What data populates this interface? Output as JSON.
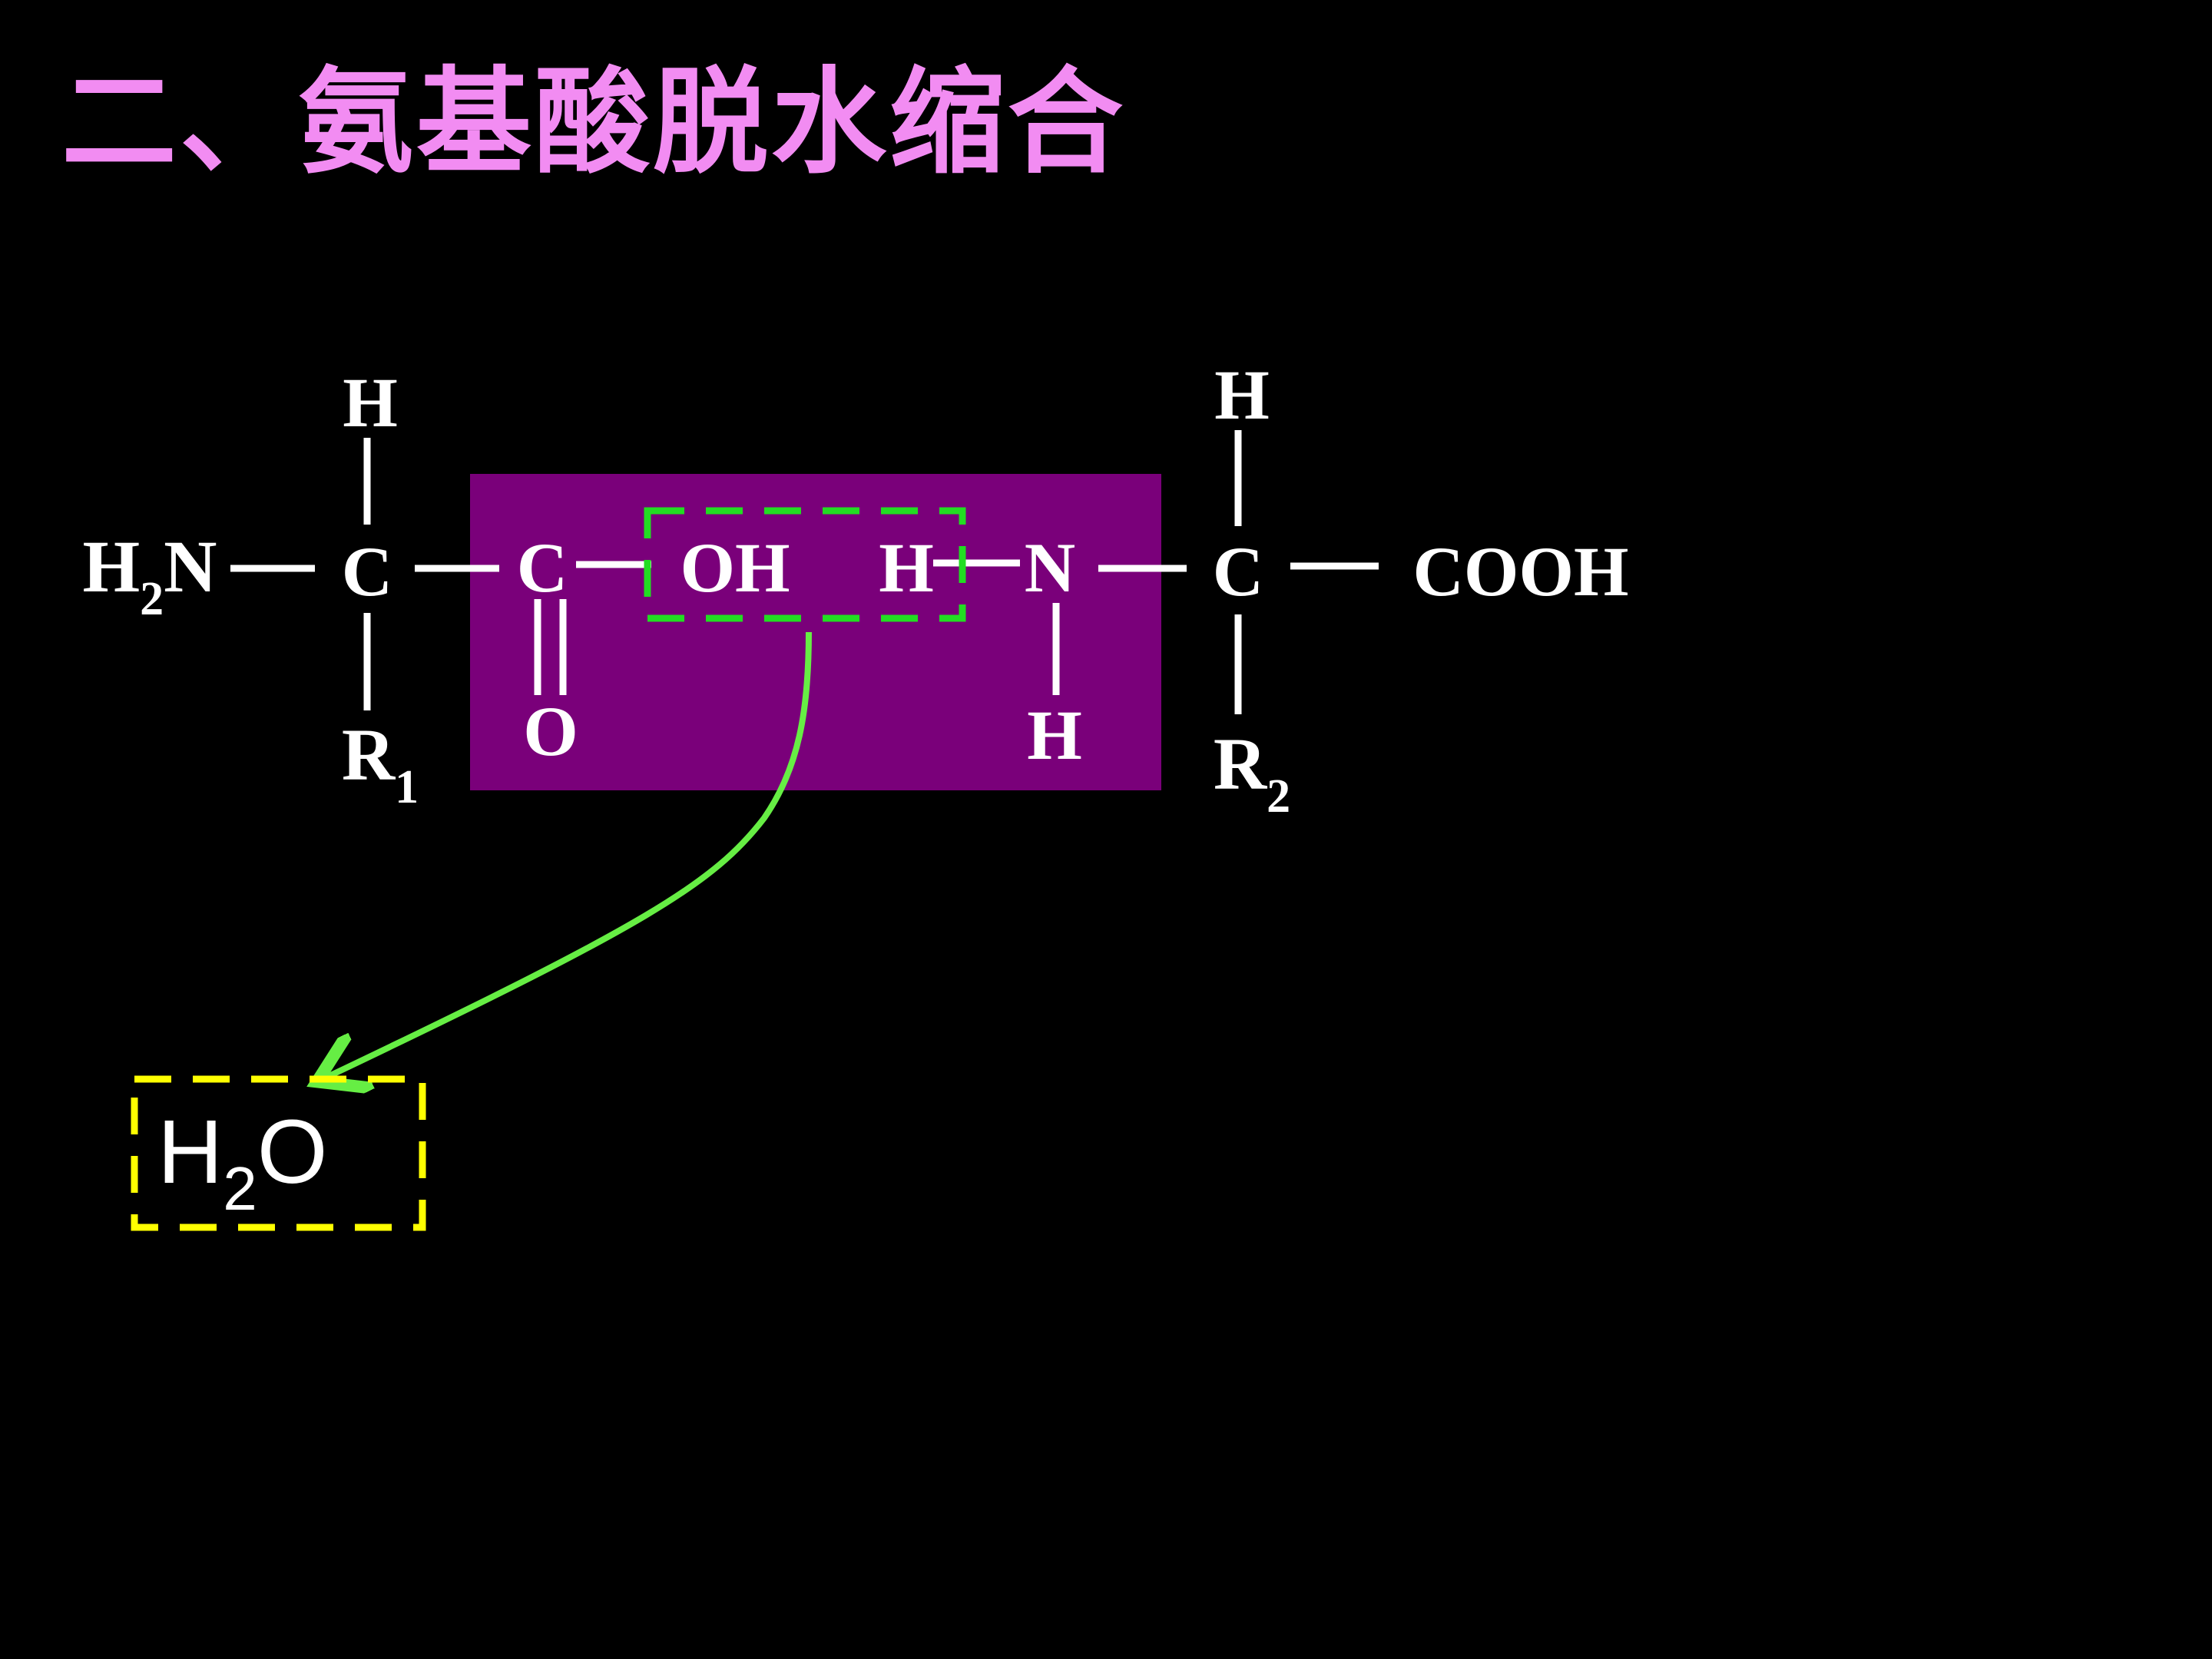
{
  "title": "二、氨基酸脱水缩合",
  "colors": {
    "background": "#000000",
    "title": "#f28cf2",
    "peptide_box": "#7a007a",
    "bond": "#ffffff",
    "highlight": "#22dd22",
    "arrow": "#66ee44",
    "water_box": "#ffff00",
    "text": "#ffffff"
  },
  "molecule": {
    "amino_group": {
      "main": "H",
      "sub": "2",
      "tail": "N"
    },
    "alpha_carbon_1": "C",
    "h_top_1": "H",
    "r_group_1": {
      "main": "R",
      "sub": "1"
    },
    "carbonyl_carbon": "C",
    "carbonyl_oxygen": "O",
    "hydroxyl": "OH",
    "amine_h": "H",
    "amine_n": "N",
    "amine_h_bottom": "H",
    "alpha_carbon_2": "C",
    "h_top_2": "H",
    "r_group_2": {
      "main": "R",
      "sub": "2"
    },
    "carboxyl": "COOH"
  },
  "product": {
    "main": "H",
    "sub": "2",
    "tail": "O"
  }
}
